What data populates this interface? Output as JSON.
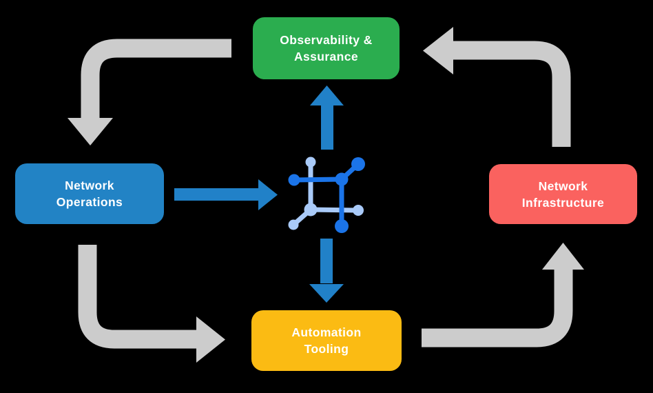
{
  "diagram": {
    "background": "#000000",
    "nodes": {
      "observability": {
        "label": "Observability &\nAssurance",
        "color": "#2BAD4F"
      },
      "operations": {
        "label": "Network\nOperations",
        "color": "#2283C5"
      },
      "infrastructure": {
        "label": "Network\nInfrastructure",
        "color": "#FA625F"
      },
      "automation": {
        "label": "Automation\nTooling",
        "color": "#FBBB13"
      }
    },
    "center_icon": "network-fabric-icon",
    "colors": {
      "cycle_arrow": "#CCCCCC",
      "flow_arrow": "#2181C8",
      "icon_dark": "#1B74E8",
      "icon_light": "#A9CAF8",
      "label_text": "#FFFFFF"
    }
  }
}
